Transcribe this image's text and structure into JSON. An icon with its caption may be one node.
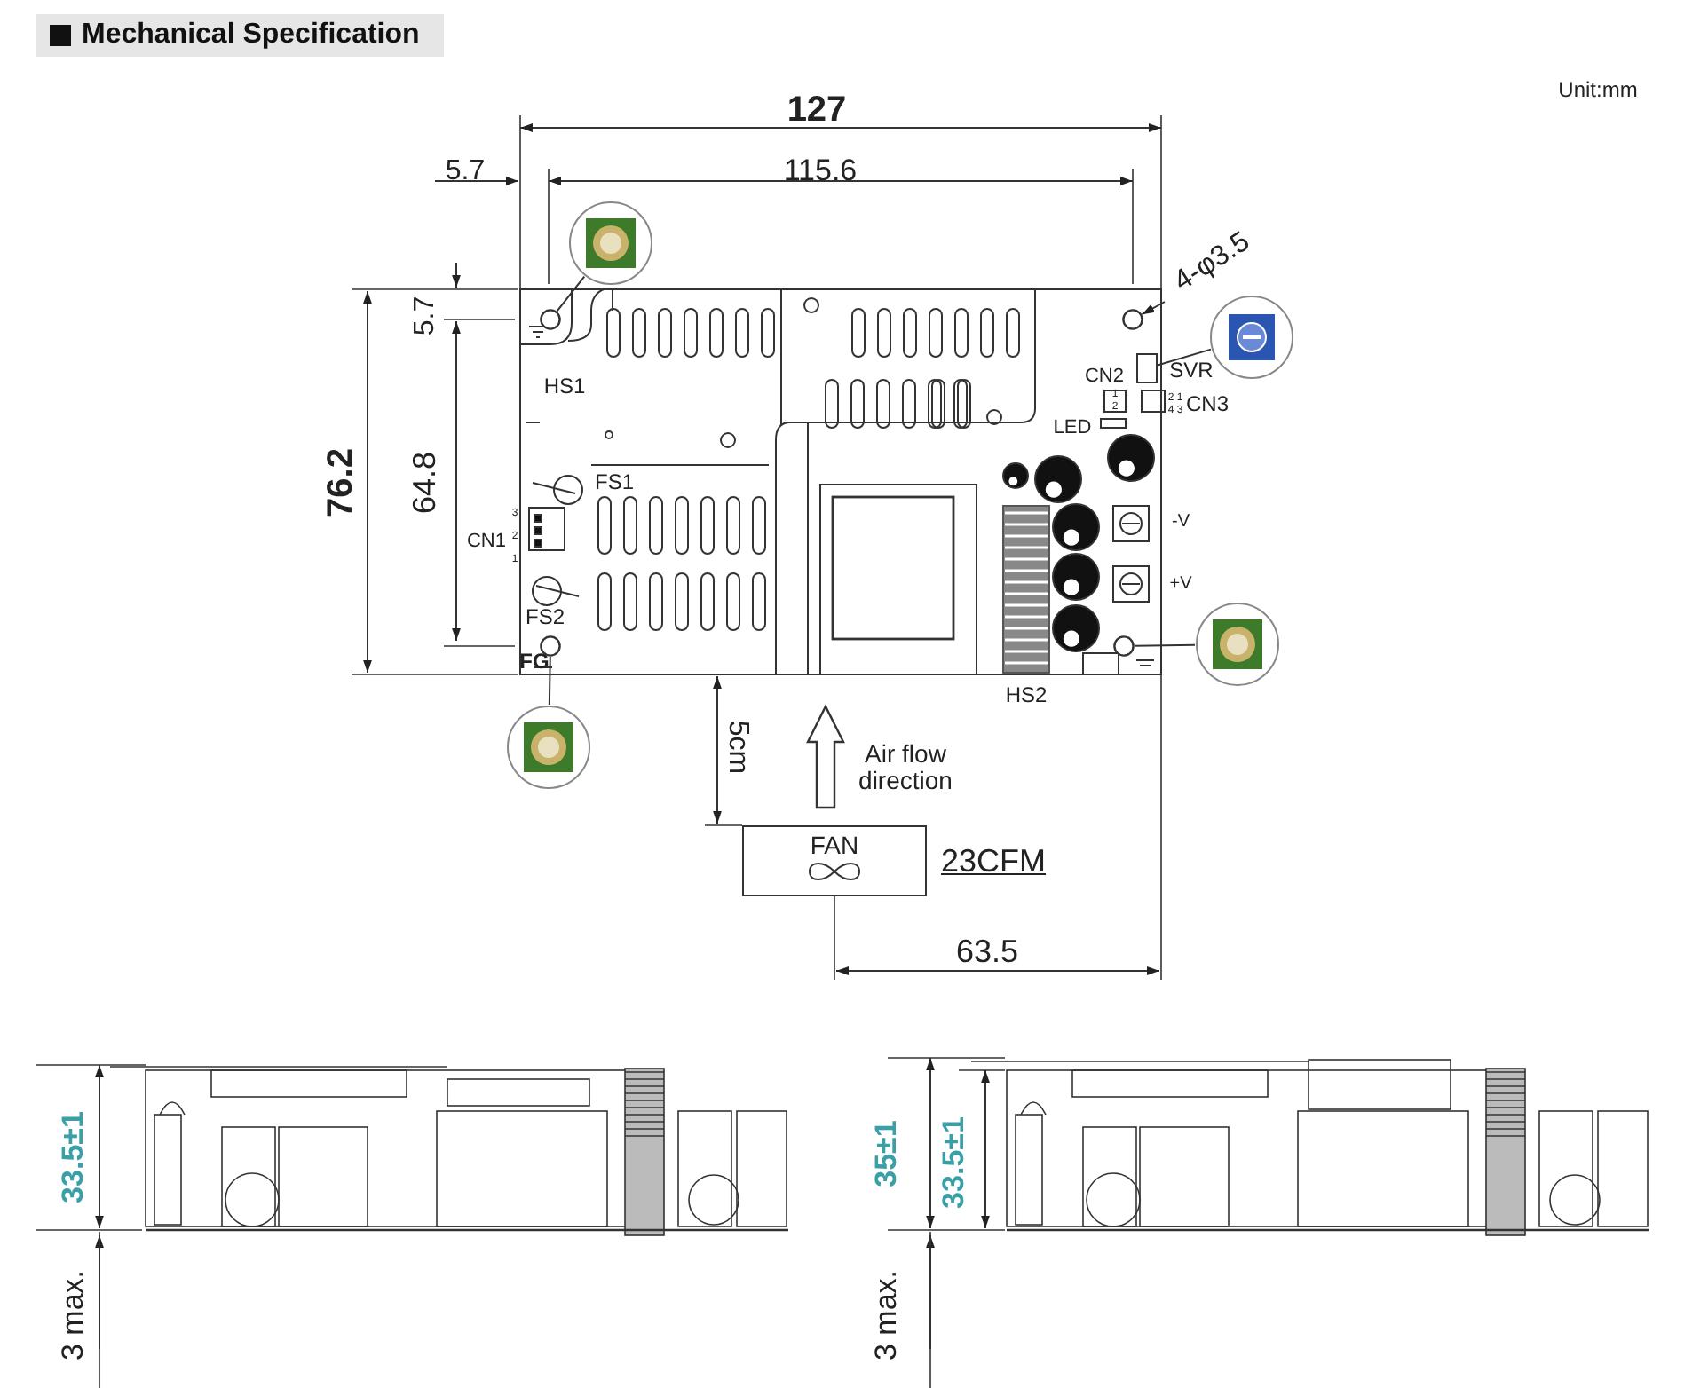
{
  "diagram": {
    "title": "Mechanical Specification",
    "nodes": [
      {
        "text": [
          "FAN"
        ],
        "beside": [
          "23CFM"
        ]
      },
      {
        "text": [],
        "shape": "picture"
      },
      {
        "text": [],
        "shape": "circle"
      },
      {
        "text": [],
        "shape": "picture"
      },
      {
        "text": [],
        "shape": "circle"
      },
      {
        "text": [],
        "shape": "picture"
      },
      {
        "text": [],
        "shape": "circle"
      },
      {
        "text": [
          "4-φ3.5"
        ]
      },
      {
        "text": [],
        "shape": "circle"
      },
      {
        "text": [],
        "shape": "picture"
      },
      {
        "text": [],
        "shape": "box"
      }
    ],
    "edges": [
      {
        "from": 1,
        "to": 2,
        "arrow": "none"
      },
      {
        "from": 3,
        "to": 4,
        "arrow": "none"
      },
      {
        "from": 5,
        "to": 6,
        "arrow": "none"
      },
      {
        "from": 7,
        "to": 8,
        "arrow": "to"
      },
      {
        "from": 9,
        "to": 10,
        "arrow": "none"
      }
    ],
    "labels": [
      "Unit:mm",
      "127",
      "5.7",
      "115.6",
      "5.7",
      "76.2",
      "64.8",
      "HS1",
      "CN2",
      "SVR",
      "1",
      "2",
      "2 1",
      "4 3",
      "CN3",
      "LED",
      "FS1",
      "-V",
      "3",
      "2",
      "CN1",
      "1",
      "+V",
      "FS2",
      "FG",
      "HS2",
      "5cm",
      "Air flow direction",
      "63.5",
      "33.5±1",
      "3 max.",
      "35±1",
      "33.5±1",
      "3 max."
    ]
  }
}
